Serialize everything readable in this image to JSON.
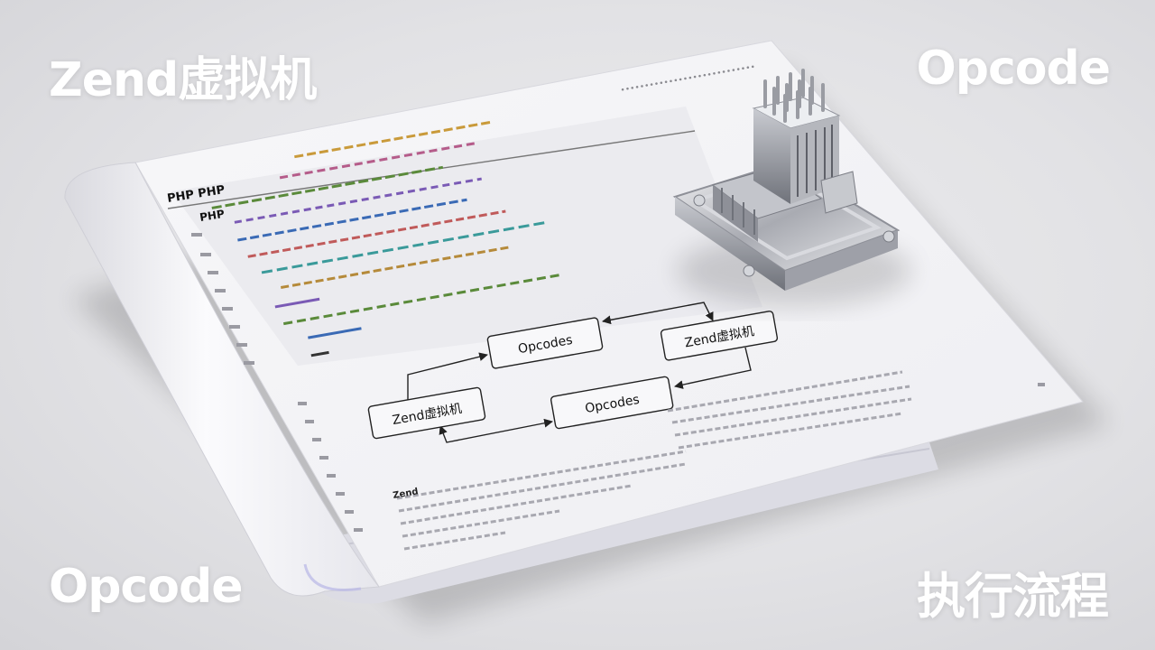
{
  "corners": {
    "top_left": "Zend虚拟机",
    "top_right": "Opcode",
    "bottom_left": "Opcode",
    "bottom_right": "执行流程"
  },
  "page": {
    "header_text": "PHP PHP",
    "code_label": "PHP",
    "section_heading": "Zend"
  },
  "diagram": {
    "node_zend_left": "Zend虚拟机",
    "node_opcodes_top": "Opcodes",
    "node_zend_right": "Zend虚拟机",
    "node_opcodes_bottom": "Opcodes"
  }
}
